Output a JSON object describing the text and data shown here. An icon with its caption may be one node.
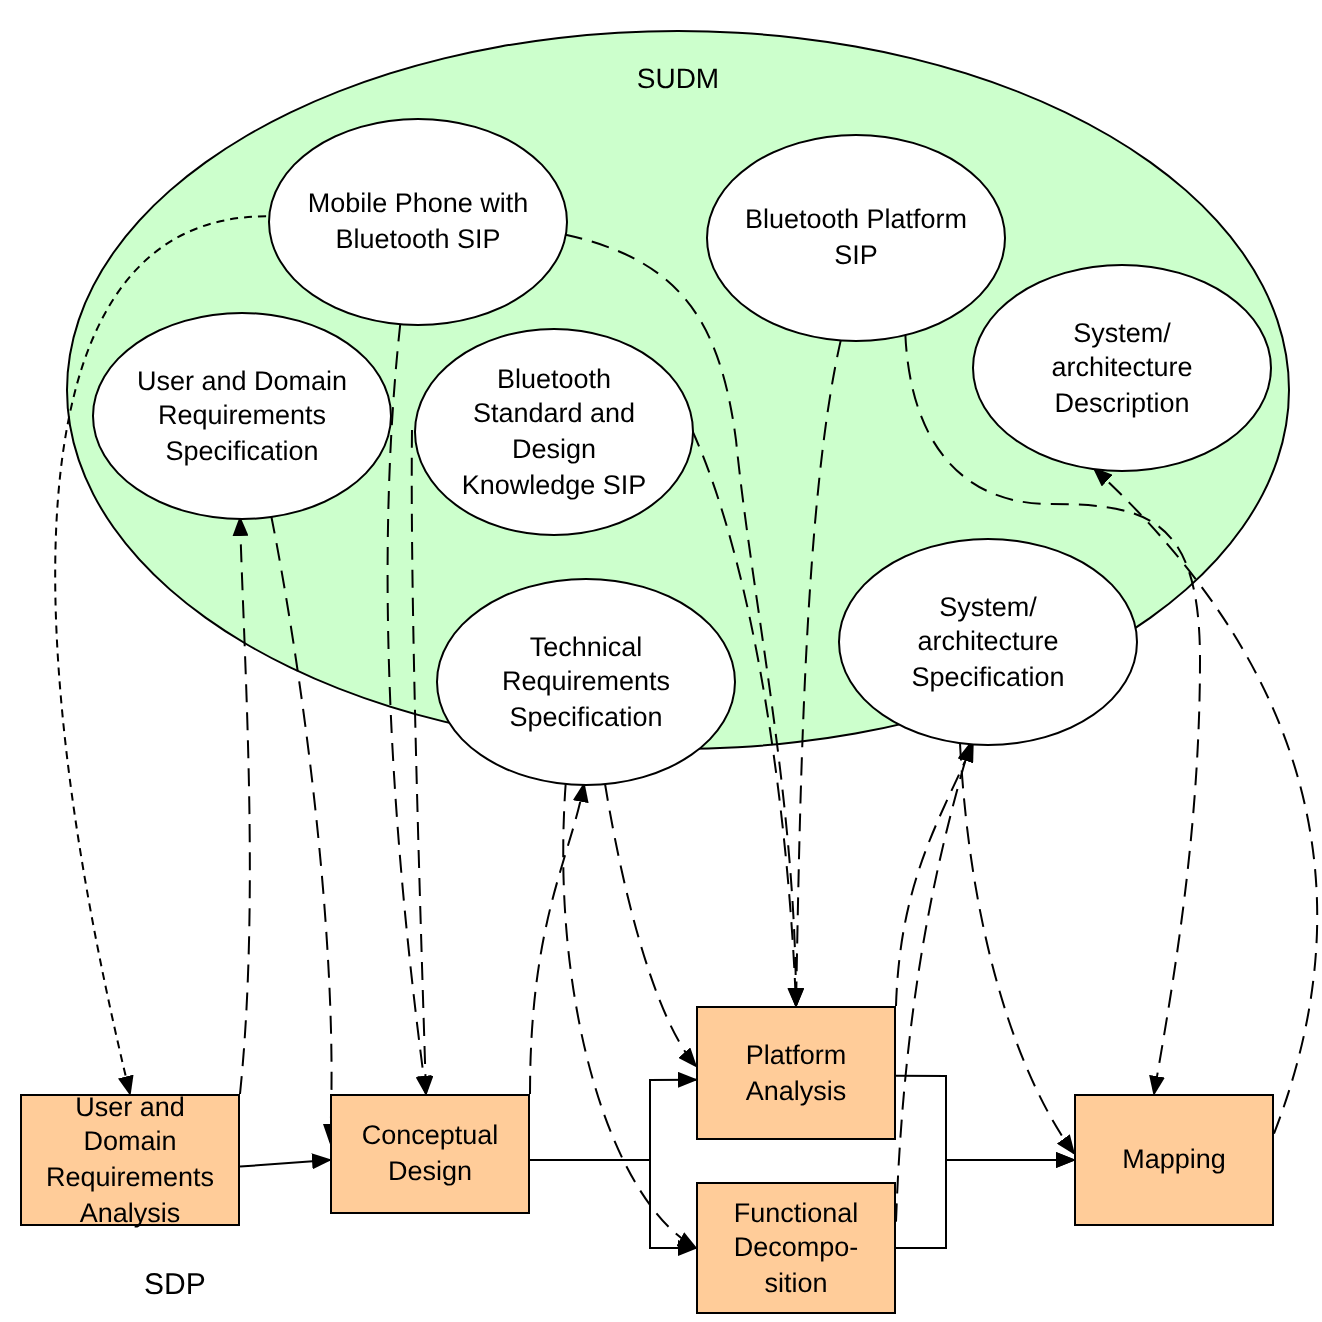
{
  "diagram": {
    "nodes": [
      {
        "text": [
          "SUDM"
        ]
      },
      {
        "text": [
          "Mobile Phone with Bluetooth SIP"
        ],
        "in": 0
      },
      {
        "text": [
          "Bluetooth Platform SIP"
        ],
        "in": 0
      },
      {
        "text": [
          "User and Domain Requirements Specification"
        ],
        "in": 0
      },
      {
        "text": [
          "Bluetooth Standard and Design Knowledge SIP"
        ],
        "in": 0
      },
      {
        "text": [
          "System/ architecture Description"
        ],
        "in": 0
      },
      {
        "text": [
          "Technical Requirements Specification"
        ],
        "in": 0
      },
      {
        "text": [
          "System/ architecture Specification"
        ],
        "in": 0
      },
      {
        "text": [
          "User and Domain Requirements Analysis"
        ]
      },
      {
        "text": [
          "Conceptual Design"
        ]
      },
      {
        "text": [
          "Platform Analysis"
        ]
      },
      {
        "text": [
          "Functional Decompo- sition"
        ]
      },
      {
        "text": [
          "Mapping"
        ]
      }
    ],
    "edges": [
      {
        "from": 1,
        "to": 8,
        "arrow": "to",
        "style": "dashed"
      },
      {
        "from": 8,
        "to": 3,
        "arrow": "to",
        "style": "dashed"
      },
      {
        "from": 3,
        "to": 9,
        "arrow": "to",
        "style": "dashed"
      },
      {
        "from": 1,
        "to": 9,
        "arrow": "to",
        "style": "dashed"
      },
      {
        "from": 4,
        "to": 9,
        "arrow": "to",
        "style": "dashed"
      },
      {
        "from": 9,
        "to": 6,
        "arrow": "to",
        "style": "dashed"
      },
      {
        "from": 6,
        "to": 10,
        "arrow": "to",
        "style": "dashed"
      },
      {
        "from": 6,
        "to": 11,
        "arrow": "to",
        "style": "dashed"
      },
      {
        "from": 1,
        "to": 10,
        "arrow": "to",
        "style": "dashed"
      },
      {
        "from": 2,
        "to": 10,
        "arrow": "to",
        "style": "dashed"
      },
      {
        "from": 4,
        "to": 10,
        "arrow": "to",
        "style": "dashed"
      },
      {
        "from": 2,
        "to": 12,
        "arrow": "to",
        "style": "dashed"
      },
      {
        "from": 12,
        "to": 5,
        "arrow": "to",
        "style": "dashed"
      },
      {
        "from": 7,
        "to": 12,
        "arrow": "to",
        "style": "dashed"
      },
      {
        "from": 10,
        "to": 7,
        "arrow": "to",
        "style": "dashed"
      },
      {
        "from": 11,
        "to": 7,
        "arrow": "to",
        "style": "dashed"
      },
      {
        "from": 8,
        "to": 9,
        "arrow": "to"
      },
      {
        "from": 9,
        "to": 10,
        "arrow": "to"
      },
      {
        "from": 9,
        "to": 11,
        "arrow": "to"
      },
      {
        "from": 10,
        "to": 12,
        "arrow": "to"
      },
      {
        "from": 11,
        "to": 12,
        "arrow": "to"
      }
    ],
    "labels": [
      "SDP"
    ]
  }
}
